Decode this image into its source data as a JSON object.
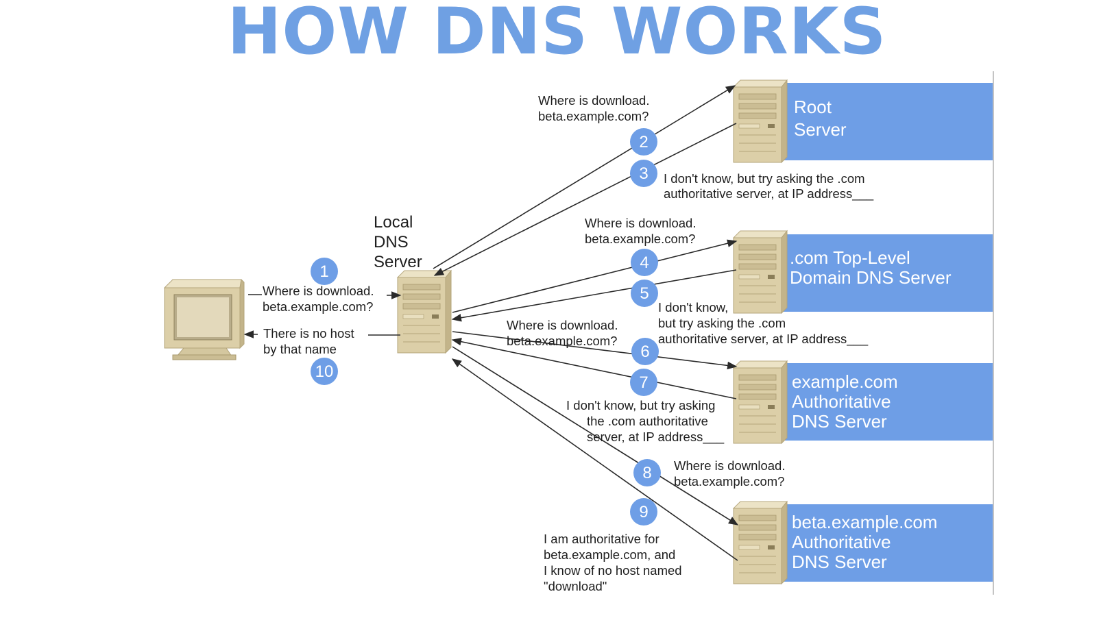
{
  "title": "HOW DNS WORKS",
  "colors": {
    "title": "#6fa0e3",
    "server_box": "#6e9ee6",
    "step_circle": "#6e9ee6",
    "tower": "#dccfa8",
    "arrow": "#2a2a2a"
  },
  "local_dns": {
    "lines": [
      "Local",
      "DNS",
      "Server"
    ]
  },
  "servers": [
    {
      "id": "root",
      "icon": "server-tower-icon",
      "lines": [
        "Root",
        "Server"
      ]
    },
    {
      "id": "tld",
      "icon": "server-tower-icon",
      "lines": [
        ".com Top-Level",
        "Domain DNS Server"
      ]
    },
    {
      "id": "example",
      "icon": "server-tower-icon",
      "lines": [
        "example.com",
        "Authoritative",
        "DNS Server"
      ]
    },
    {
      "id": "beta",
      "icon": "server-tower-icon",
      "lines": [
        "beta.example.com",
        "Authoritative",
        "DNS Server"
      ]
    }
  ],
  "client": {
    "icon": "computer-monitor-icon"
  },
  "steps": [
    {
      "num": "1",
      "lines": [
        "Where is download.",
        "beta.example.com?"
      ]
    },
    {
      "num": "2",
      "lines": [
        "Where is download.",
        "beta.example.com?"
      ]
    },
    {
      "num": "3",
      "lines": [
        "I don't know, but try asking the .com",
        "authoritative server, at IP address___"
      ]
    },
    {
      "num": "4",
      "lines": [
        "Where is download.",
        "beta.example.com?"
      ]
    },
    {
      "num": "5",
      "lines": [
        "I don't know,",
        "but try asking the .com",
        "authoritative server, at IP address___"
      ]
    },
    {
      "num": "6",
      "lines": [
        "Where is download.",
        "beta.example.com?"
      ]
    },
    {
      "num": "7",
      "lines": [
        "I don't know, but try asking",
        "the .com authoritative",
        "server, at IP address___"
      ]
    },
    {
      "num": "8",
      "lines": [
        "Where is download.",
        "beta.example.com?"
      ]
    },
    {
      "num": "9",
      "lines": [
        "I am authoritative for",
        "beta.example.com, and",
        "I know of no host named",
        "\"download\""
      ]
    },
    {
      "num": "10",
      "lines": [
        "There is no host",
        "by that name"
      ]
    }
  ]
}
